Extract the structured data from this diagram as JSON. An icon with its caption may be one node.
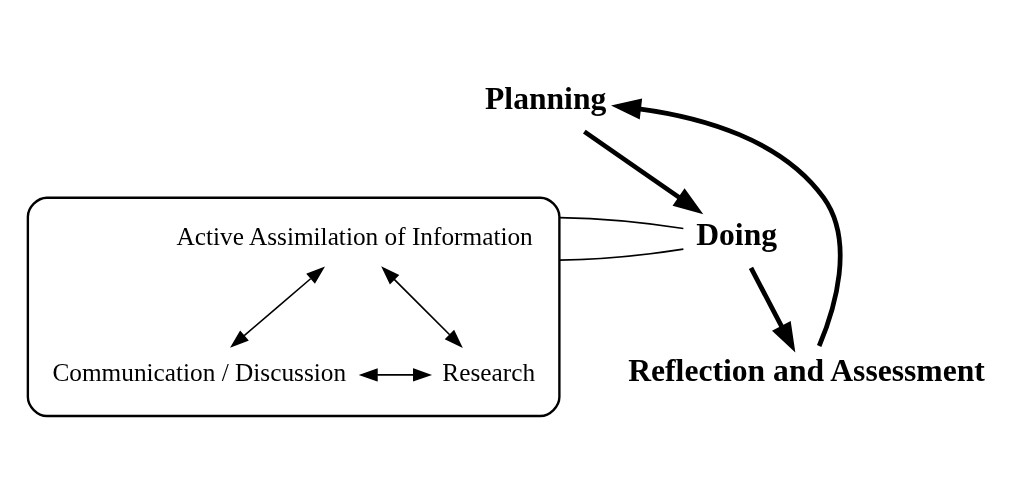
{
  "diagram": {
    "nodes": [
      {
        "text": [
          "Planning"
        ]
      },
      {
        "text": [
          "Doing"
        ]
      },
      {
        "text": [
          "Reflection and Assessment"
        ]
      },
      {
        "text": [],
        "shape": "ellipse"
      },
      {
        "text": [
          "Active Assimilation of Information"
        ],
        "in": 3
      },
      {
        "text": [
          "Research"
        ],
        "in": 3
      },
      {
        "text": [
          "Communication / Discussion"
        ],
        "in": 3
      }
    ],
    "edges": [
      {
        "from": 0,
        "to": 1,
        "arrow": "to",
        "style": "thick"
      },
      {
        "from": 1,
        "to": 2,
        "arrow": "to",
        "style": "thick"
      },
      {
        "from": 2,
        "to": 0,
        "arrow": "to",
        "style": "thick"
      },
      {
        "from": 1,
        "to": 3,
        "arrow": "none"
      },
      {
        "from": 1,
        "to": 3,
        "arrow": "none"
      },
      {
        "from": 4,
        "to": 5,
        "arrow": "both"
      },
      {
        "from": 4,
        "to": 6,
        "arrow": "both"
      },
      {
        "from": 6,
        "to": 5,
        "arrow": "both"
      }
    ]
  }
}
